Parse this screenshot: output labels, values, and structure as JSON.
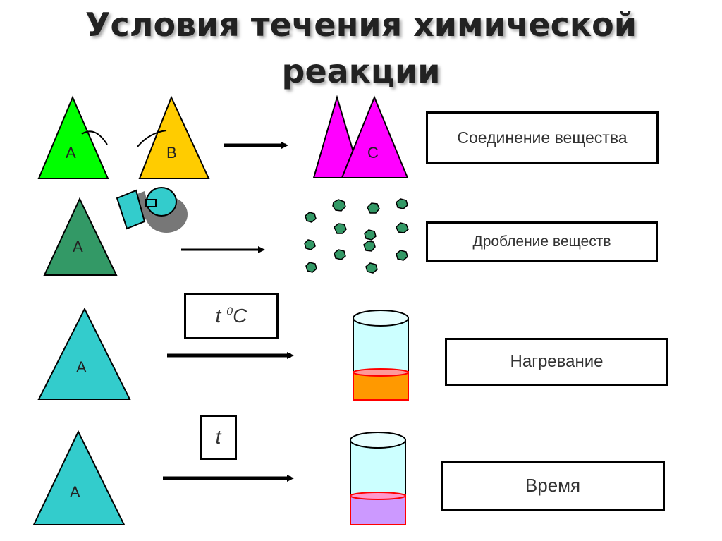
{
  "title": {
    "line1": "Условия течения химической",
    "line2": "реакции"
  },
  "rows": [
    {
      "name": "combination",
      "reactants": [
        "A",
        "B"
      ],
      "product": "C",
      "label": "Соединение вещества",
      "colors": {
        "a": "#00ff00",
        "b": "#ffcc00",
        "c": "#ff00ff"
      }
    },
    {
      "name": "crushing",
      "reactant": "A",
      "label": "Дробление веществ",
      "colors": {
        "triangle": "#339966",
        "particles": "#339966",
        "hammer": "#33cccc"
      }
    },
    {
      "name": "heating",
      "reactant": "A",
      "condition_main": "t",
      "condition_sup": "0",
      "condition_unit": "C",
      "label": "Нагревание",
      "colors": {
        "triangle": "#33cccc",
        "liquid": "#ff9900",
        "tube": "#ccffff"
      }
    },
    {
      "name": "time",
      "reactant": "A",
      "condition_main": "t",
      "label": "Время",
      "colors": {
        "triangle": "#33cccc",
        "liquid": "#cc99ff",
        "tube": "#ccffff"
      }
    }
  ]
}
